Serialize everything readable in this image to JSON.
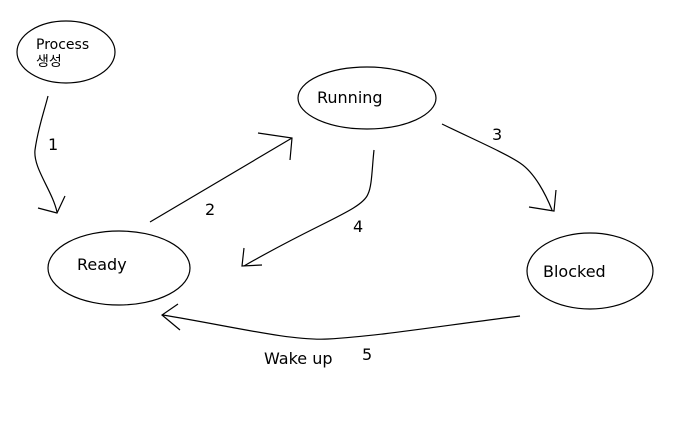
{
  "diagram": {
    "nodes": {
      "process_create": {
        "line1": "Process",
        "line2": "생성"
      },
      "running": {
        "label": "Running"
      },
      "ready": {
        "label": "Ready"
      },
      "blocked": {
        "label": "Blocked"
      }
    },
    "edges": {
      "e1": {
        "number": "1"
      },
      "e2": {
        "number": "2"
      },
      "e3": {
        "number": "3"
      },
      "e4": {
        "number": "4"
      },
      "e5": {
        "number": "5",
        "caption": "Wake up"
      }
    },
    "colors": {
      "stroke": "#000000",
      "background": "#ffffff"
    }
  }
}
